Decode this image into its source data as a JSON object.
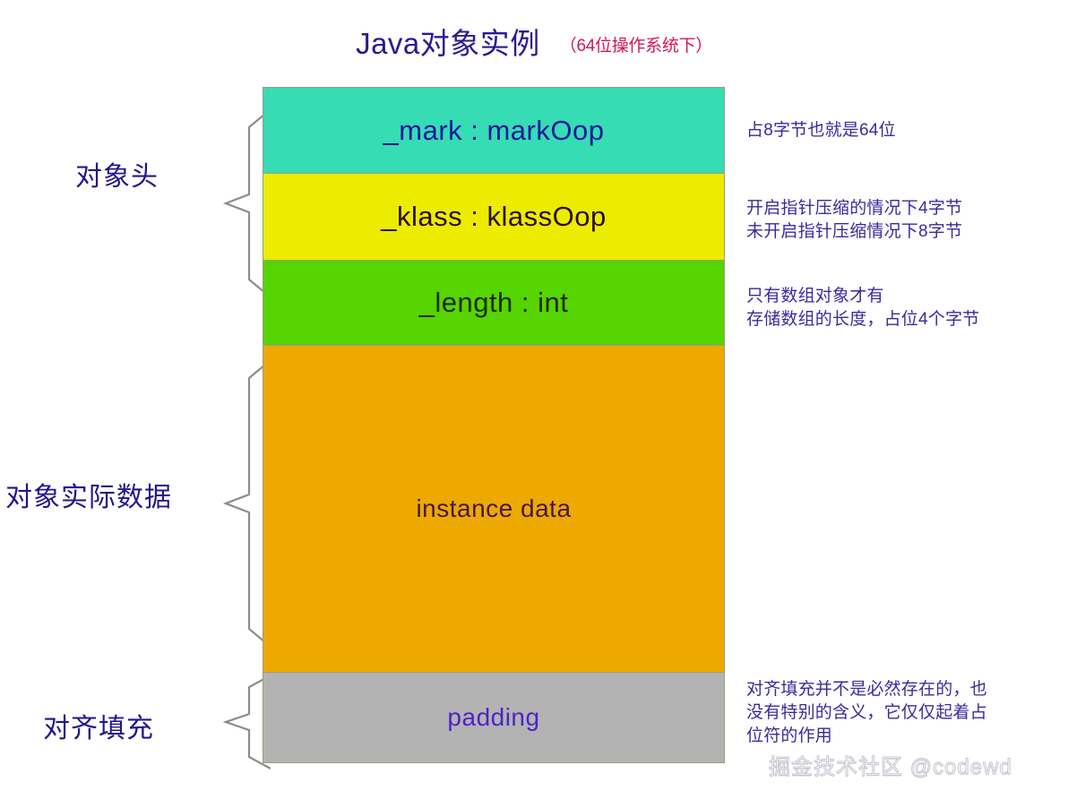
{
  "title": {
    "main": "Java对象实例",
    "sub": "（64位操作系统下）",
    "main_color": "#2a1a8f",
    "sub_color": "#d4145a"
  },
  "diagram": {
    "blocks": [
      {
        "id": "mark",
        "label": "_mark : markOop",
        "fill": "#35dcb4",
        "text_color": "#16179c"
      },
      {
        "id": "klass",
        "label": "_klass : klassOop",
        "fill": "#ecec00",
        "text_color": "#2a0d0d"
      },
      {
        "id": "length",
        "label": "_length : int",
        "fill": "#56d400",
        "text_color": "#1b2a0d"
      },
      {
        "id": "instance",
        "label": "instance data",
        "fill": "#eda900",
        "text_color": "#46184b"
      },
      {
        "id": "padding",
        "label": "padding",
        "fill": "#b3b3b3",
        "text_color": "#4b25c8"
      }
    ],
    "sections": [
      {
        "id": "header",
        "label": "对象头"
      },
      {
        "id": "data",
        "label": "对象实际数据"
      },
      {
        "id": "padding",
        "label": "对齐填充"
      }
    ],
    "notes": [
      {
        "id": "mark",
        "text": "占8字节也就是64位"
      },
      {
        "id": "klass",
        "text": "开启指针压缩的情况下4字节\n未开启指针压缩情况下8字节"
      },
      {
        "id": "length",
        "text": "只有数组对象才有\n存储数组的长度，占位4个字节"
      },
      {
        "id": "padding",
        "text": "对齐填充并不是必然存在的，也\n没有特别的含义，它仅仅起着占\n位符的作用"
      }
    ],
    "note_color": "#3b2a9e",
    "section_label_color": "#23168c",
    "brace_color": "#8c8c8c",
    "block_border_color": "#9c9c7e"
  },
  "watermark": {
    "text": "掘金技术社区 @codewd"
  }
}
